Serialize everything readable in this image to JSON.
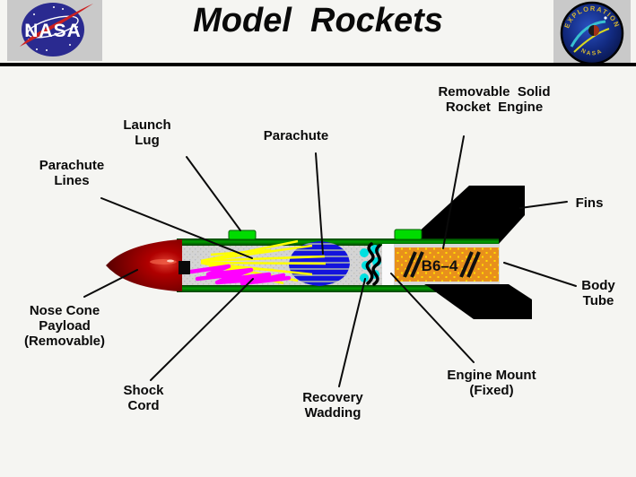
{
  "header": {
    "title": "Model  Rockets",
    "nasa_logo_text": "NASA",
    "patch_top_text": "EXPLORATION",
    "patch_bottom_text": "NASA"
  },
  "diagram": {
    "engine_label": "B6–4",
    "labels": {
      "launch_lug": "Launch\nLug",
      "parachute_lines": "Parachute\nLines",
      "parachute": "Parachute",
      "removable_engine": "Removable  Solid\nRocket  Engine",
      "fins": "Fins",
      "body_tube": "Body\nTube",
      "nose_cone": "Nose Cone\nPayload\n(Removable)",
      "shock_cord": "Shock\nCord",
      "recovery_wadding": "Recovery\nWadding",
      "engine_mount": "Engine Mount\n(Fixed)"
    },
    "colors": {
      "tube_green": "#007800",
      "lug_green": "#00dc00",
      "interior_gray": "#d4d4d4",
      "engine_orange": "#e8901c",
      "engine_dot": "#ffe000",
      "parachute_blue": "#1414dc",
      "cord_magenta": "#ff00ff",
      "lines_yellow": "#ffff00",
      "wadding_cyan": "#00e0e0",
      "nose_red": "#990000",
      "fin_black": "#000000"
    }
  }
}
